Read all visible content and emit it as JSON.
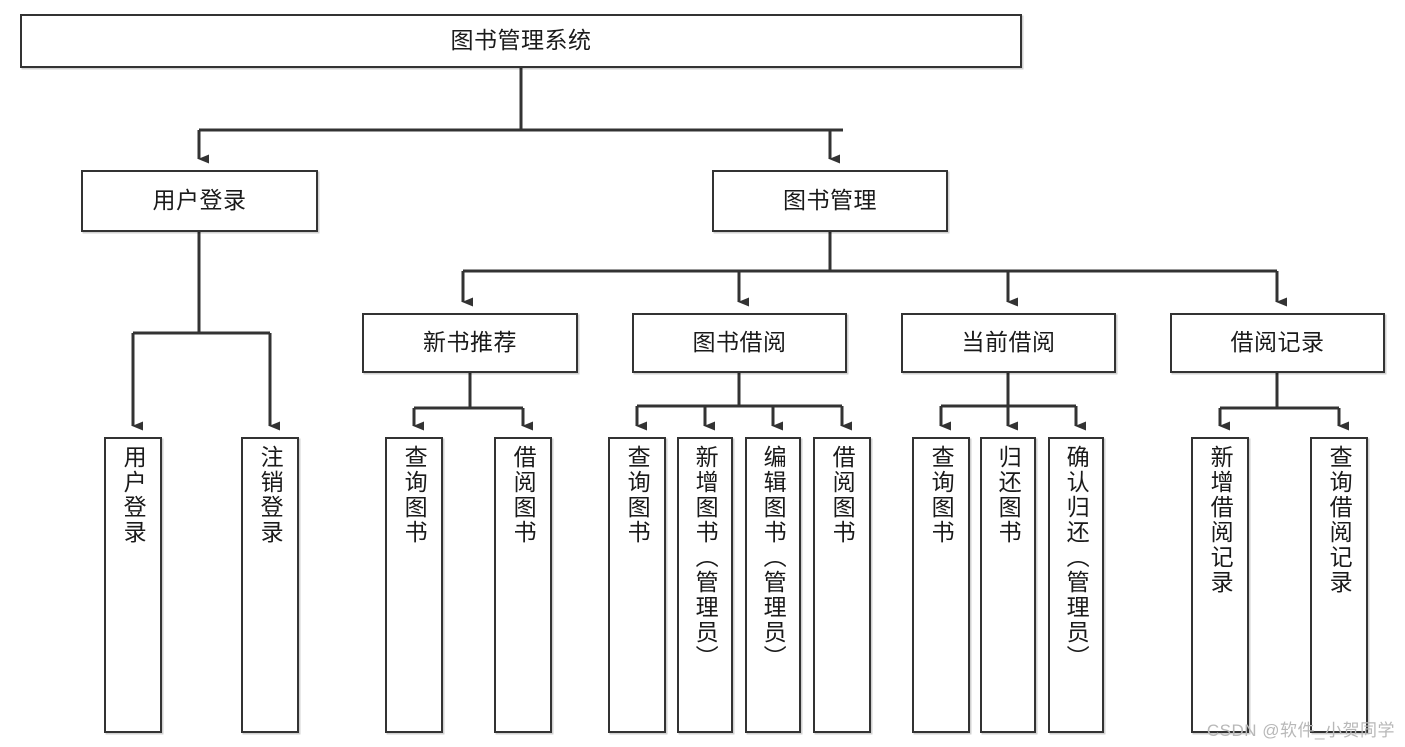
{
  "diagram": {
    "type": "tree",
    "title": "图书管理系统",
    "watermark": "CSDN @软件_小贺同学",
    "colors": {
      "box_border": "#333333",
      "box_fill": "#ffffff",
      "edge": "#333333",
      "text": "#1a1a1a",
      "watermark": "#b8b8b8"
    },
    "levels": {
      "root": {
        "label": "图书管理系统"
      },
      "level2": [
        {
          "id": "user-login",
          "label": "用户登录"
        },
        {
          "id": "book-manage",
          "label": "图书管理"
        }
      ],
      "level3": [
        {
          "id": "new-book-rec",
          "label": "新书推荐",
          "parent": "book-manage"
        },
        {
          "id": "book-borrow",
          "label": "图书借阅",
          "parent": "book-manage"
        },
        {
          "id": "current-borrow",
          "label": "当前借阅",
          "parent": "book-manage"
        },
        {
          "id": "borrow-record",
          "label": "借阅记录",
          "parent": "book-manage"
        }
      ],
      "leaves": [
        {
          "id": "leaf-user-login",
          "label": "用户登录",
          "parent": "user-login"
        },
        {
          "id": "leaf-logout",
          "label": "注销登录",
          "parent": "user-login"
        },
        {
          "id": "leaf-query-book-1",
          "label": "查询图书",
          "parent": "new-book-rec"
        },
        {
          "id": "leaf-borrow-book-1",
          "label": "借阅图书",
          "parent": "new-book-rec"
        },
        {
          "id": "leaf-query-book-2",
          "label": "查询图书",
          "parent": "book-borrow"
        },
        {
          "id": "leaf-add-book",
          "label": "新增图书（管理员）",
          "parent": "book-borrow"
        },
        {
          "id": "leaf-edit-book",
          "label": "编辑图书（管理员）",
          "parent": "book-borrow"
        },
        {
          "id": "leaf-borrow-book-2",
          "label": "借阅图书",
          "parent": "book-borrow"
        },
        {
          "id": "leaf-query-book-3",
          "label": "查询图书",
          "parent": "current-borrow"
        },
        {
          "id": "leaf-return-book",
          "label": "归还图书",
          "parent": "current-borrow"
        },
        {
          "id": "leaf-confirm-return",
          "label": "确认归还（管理员）",
          "parent": "current-borrow"
        },
        {
          "id": "leaf-add-record",
          "label": "新增借阅记录",
          "parent": "borrow-record"
        },
        {
          "id": "leaf-query-record",
          "label": "查询借阅记录",
          "parent": "borrow-record"
        }
      ]
    }
  }
}
